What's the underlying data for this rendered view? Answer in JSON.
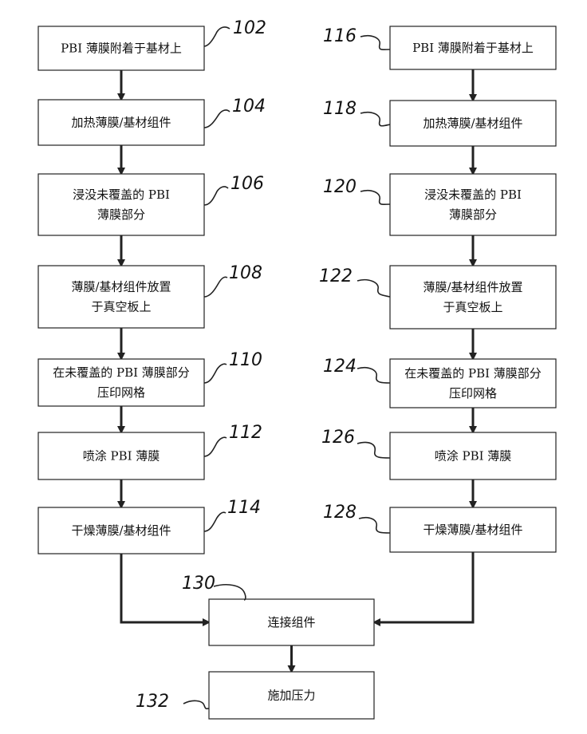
{
  "diagram": {
    "left_steps": [
      {
        "ref": "102",
        "lines": [
          "PBI 薄膜附着于基材上"
        ]
      },
      {
        "ref": "104",
        "lines": [
          "加热薄膜/基材组件"
        ]
      },
      {
        "ref": "106",
        "lines": [
          "浸没未覆盖的 PBI",
          "薄膜部分"
        ]
      },
      {
        "ref": "108",
        "lines": [
          "薄膜/基材组件放置",
          "于真空板上"
        ]
      },
      {
        "ref": "110",
        "lines": [
          "在未覆盖的 PBI 薄膜部分",
          "压印网格"
        ]
      },
      {
        "ref": "112",
        "lines": [
          "喷涂 PBI 薄膜"
        ]
      },
      {
        "ref": "114",
        "lines": [
          "干燥薄膜/基材组件"
        ]
      }
    ],
    "right_steps": [
      {
        "ref": "116",
        "lines": [
          "PBI 薄膜附着于基材上"
        ]
      },
      {
        "ref": "118",
        "lines": [
          "加热薄膜/基材组件"
        ]
      },
      {
        "ref": "120",
        "lines": [
          "浸没未覆盖的 PBI",
          "薄膜部分"
        ]
      },
      {
        "ref": "122",
        "lines": [
          "薄膜/基材组件放置",
          "于真空板上"
        ]
      },
      {
        "ref": "124",
        "lines": [
          "在未覆盖的 PBI 薄膜部分",
          "压印网格"
        ]
      },
      {
        "ref": "126",
        "lines": [
          "喷涂 PBI 薄膜"
        ]
      },
      {
        "ref": "128",
        "lines": [
          "干燥薄膜/基材组件"
        ]
      }
    ],
    "join_step": {
      "ref": "130",
      "lines": [
        "连接组件"
      ]
    },
    "final_step": {
      "ref": "132",
      "lines": [
        "施加压力"
      ]
    }
  }
}
